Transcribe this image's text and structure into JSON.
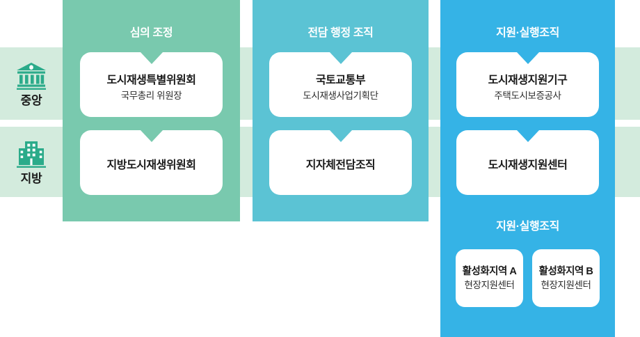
{
  "tiers": [
    {
      "id": "central",
      "label": "중앙",
      "icon": "government-building-icon"
    },
    {
      "id": "local",
      "label": "지방",
      "icon": "office-building-icon"
    }
  ],
  "columns": [
    {
      "id": "review-coordination",
      "title": "심의 조정",
      "color": "#79c9ae",
      "cards": [
        {
          "tier": "central",
          "line1": "도시재생특별위원회",
          "line2": "국무총리 위원장"
        },
        {
          "tier": "local",
          "line1": "지방도시재생위원회",
          "line2": ""
        }
      ]
    },
    {
      "id": "dedicated-administration",
      "title": "전담 행정 조직",
      "color": "#5bc3d4",
      "cards": [
        {
          "tier": "central",
          "line1": "국토교통부",
          "line2": "도시재생사업기획단"
        },
        {
          "tier": "local",
          "line1": "지자체전담조직",
          "line2": ""
        }
      ]
    },
    {
      "id": "support-execution",
      "title": "지원·실행조직",
      "subtitle": "지원·실행조직",
      "color": "#35b3e6",
      "cards": [
        {
          "tier": "central",
          "line1": "도시재생지원기구",
          "line2": "주택도시보증공사"
        },
        {
          "tier": "local",
          "line1": "도시재생지원센터",
          "line2": ""
        }
      ],
      "sub_cards": [
        {
          "line1": "활성화지역 A",
          "line2": "현장지원센터"
        },
        {
          "line1": "활성화지역 B",
          "line2": "현장지원센터"
        }
      ]
    }
  ],
  "palette": {
    "band_mint": "#d3ebdd",
    "col1": "#79c9ae",
    "col2": "#5bc3d4",
    "col3": "#35b3e6",
    "card_bg": "#ffffff",
    "title_text": "#ffffff",
    "body_text": "#1a1a1a"
  }
}
